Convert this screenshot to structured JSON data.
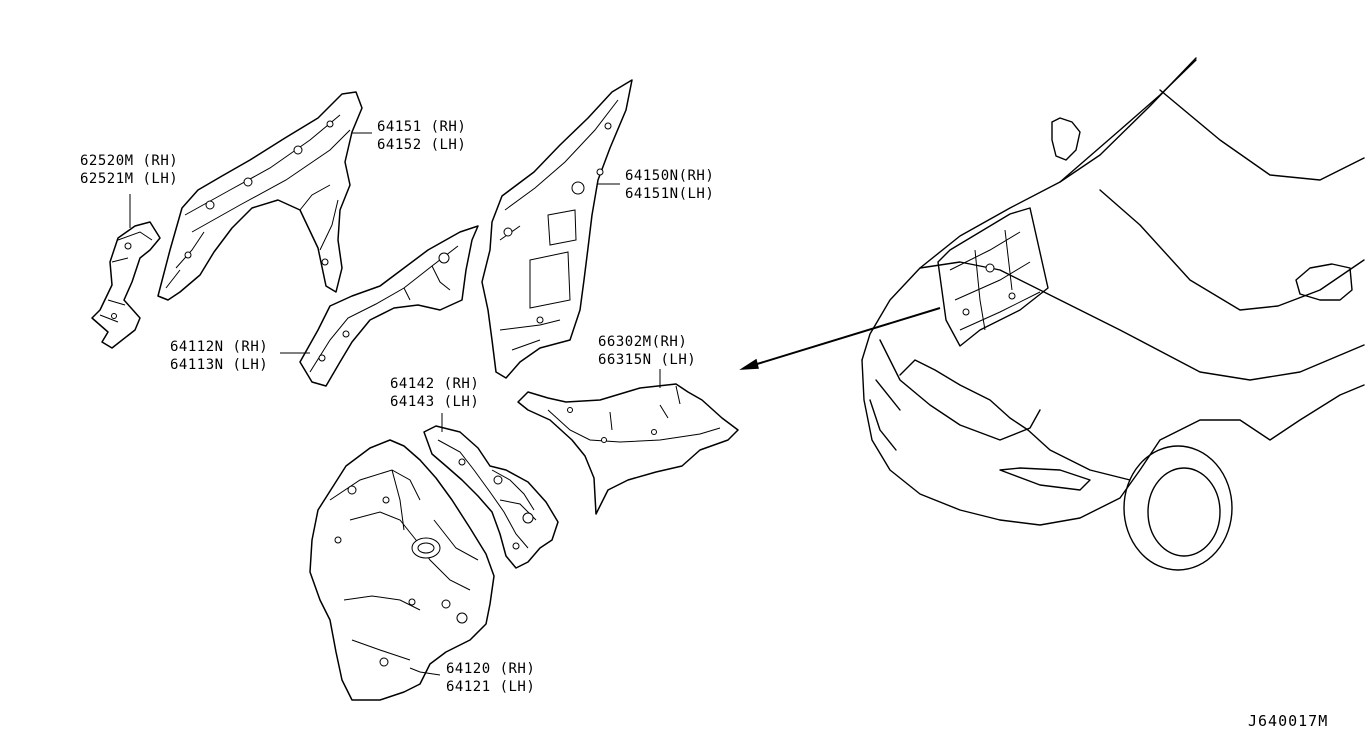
{
  "diagram_code": "J640017M",
  "callouts": [
    {
      "id": "p62520",
      "lines": [
        "62520M (RH)",
        "62521M (LH)"
      ]
    },
    {
      "id": "p64151",
      "lines": [
        "64151 (RH)",
        "64152 (LH)"
      ]
    },
    {
      "id": "p64150n",
      "lines": [
        "64150N(RH)",
        "64151N(LH)"
      ]
    },
    {
      "id": "p64112n",
      "lines": [
        "64112N (RH)",
        "64113N (LH)"
      ]
    },
    {
      "id": "p66302m",
      "lines": [
        "66302M(RH)",
        "66315N (LH)"
      ]
    },
    {
      "id": "p64142",
      "lines": [
        "64142 (RH)",
        "64143 (LH)"
      ]
    },
    {
      "id": "p64120",
      "lines": [
        "64120 (RH)",
        "64121 (LH)"
      ]
    }
  ]
}
